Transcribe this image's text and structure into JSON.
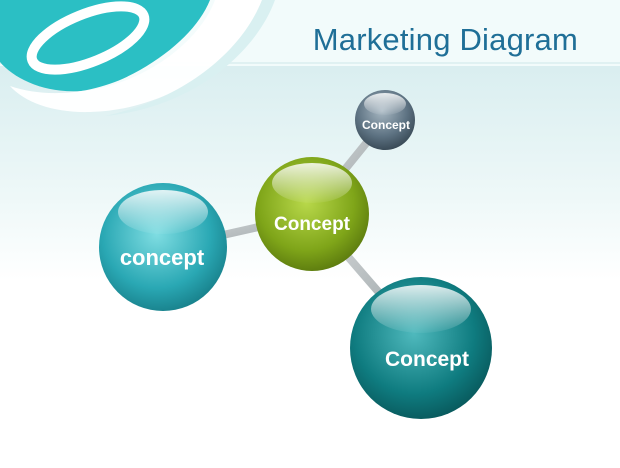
{
  "slide": {
    "title": "Marketing Diagram"
  },
  "diagram": {
    "nodes": [
      {
        "id": "top",
        "label": "Concept",
        "color": "#5a6f7e"
      },
      {
        "id": "center",
        "label": "Concept",
        "color": "#7fa519"
      },
      {
        "id": "left",
        "label": "concept",
        "color": "#2aa8b4"
      },
      {
        "id": "bottom",
        "label": "Concept",
        "color": "#0f7c80"
      }
    ],
    "connectors": [
      {
        "from": "center",
        "to": "top"
      },
      {
        "from": "center",
        "to": "left"
      },
      {
        "from": "center",
        "to": "bottom"
      }
    ]
  },
  "colors": {
    "title": "#1f6f97",
    "accent_teal": "#2bbfc4",
    "background_tint": "#d6eef0"
  }
}
